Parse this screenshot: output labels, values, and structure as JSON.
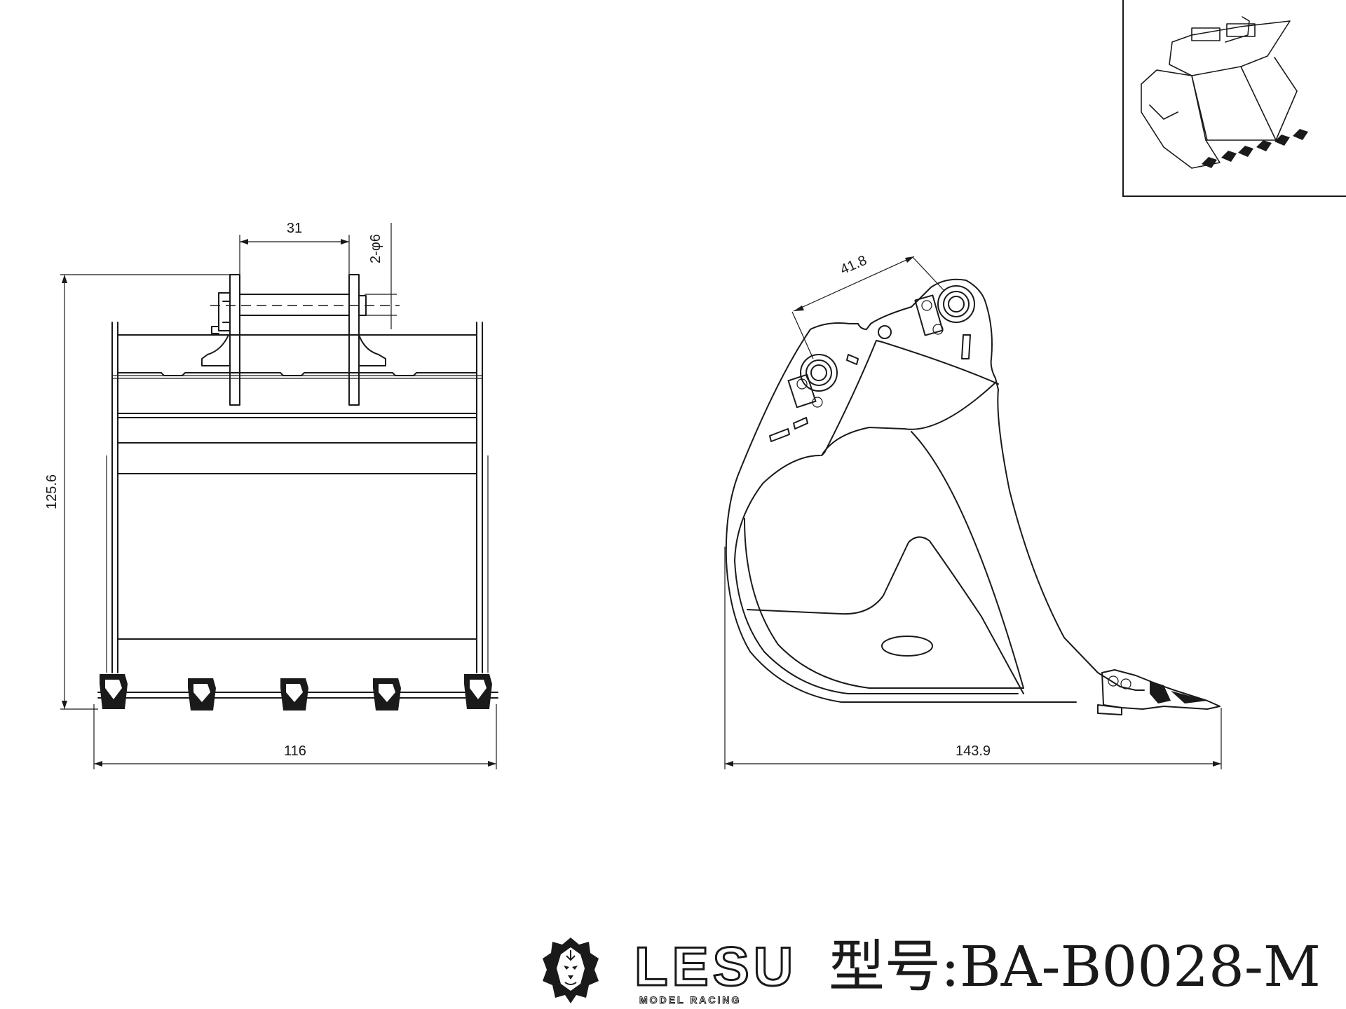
{
  "dimensions": {
    "pin_spacing": "31",
    "pin_holes": "2-φ6",
    "overall_height": "125.6",
    "overall_width": "116",
    "link_center_distance": "41.8",
    "overall_length": "143.9"
  },
  "brand": {
    "name": "LESU",
    "subtitle": "MODEL RACING",
    "logo_icon": "lion-head-icon"
  },
  "model": {
    "label": "型号:BA-B0028-M"
  }
}
